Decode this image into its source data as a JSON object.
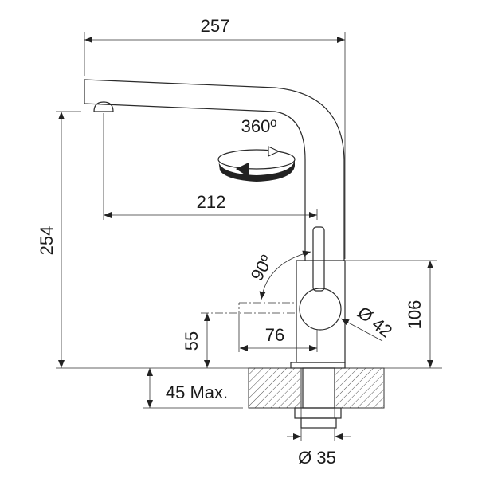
{
  "title": "Faucet dimension drawing",
  "dimensions": {
    "overall_width": "257",
    "spout_height": "254",
    "spout_reach": "212",
    "swivel": "360º",
    "lever_angle": "90º",
    "lever_reach": "76",
    "lever_height": "55",
    "body_diameter": "Ø 42",
    "body_height": "106",
    "max_counter_thickness": "45 Max.",
    "hole_diameter": "Ø 35"
  },
  "colors": {
    "line": "#2a2a2a",
    "background": "#ffffff"
  }
}
